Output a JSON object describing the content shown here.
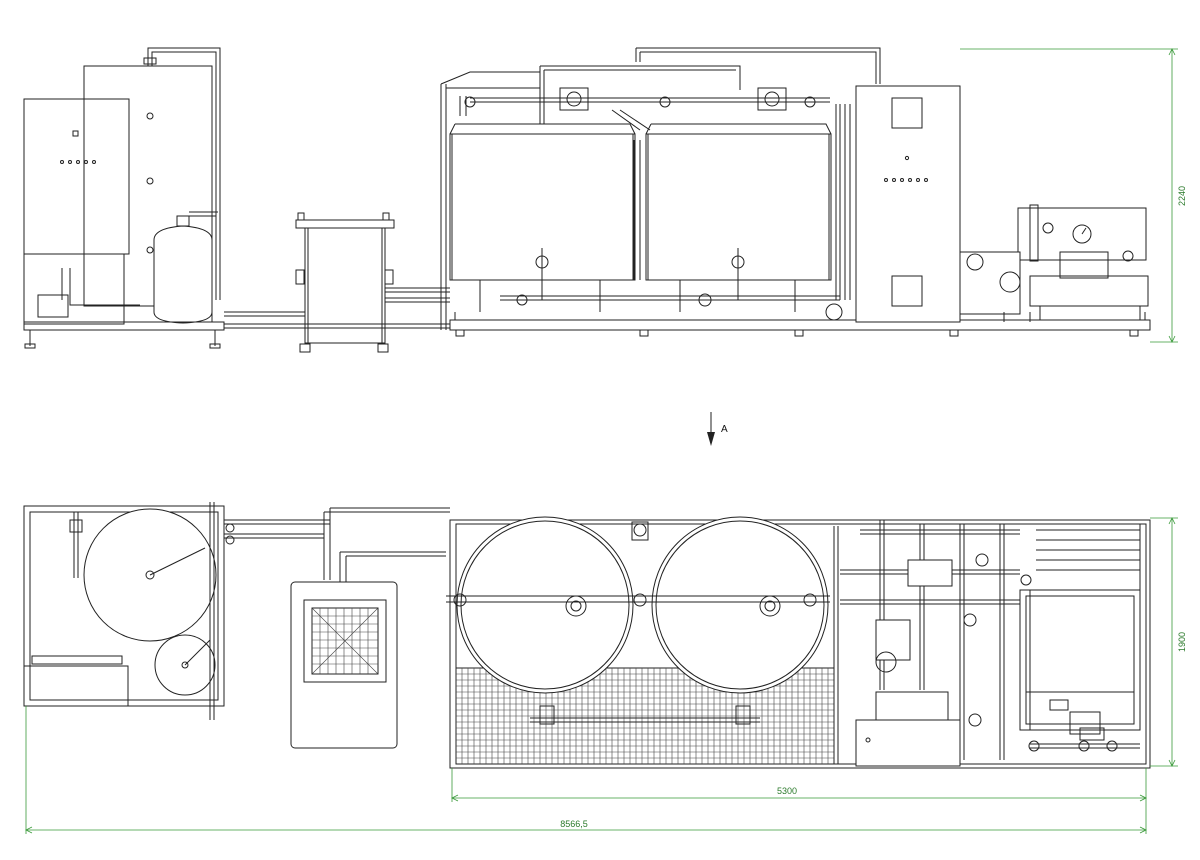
{
  "view_marker": {
    "label": "A"
  },
  "dimensions": {
    "elevation_height": "2240",
    "plan_width": "1900",
    "skid_length": "5300",
    "overall_length": "8566,5"
  },
  "colors": {
    "line": "#222222",
    "dimension": "#3a9a3a",
    "background": "#ffffff"
  }
}
